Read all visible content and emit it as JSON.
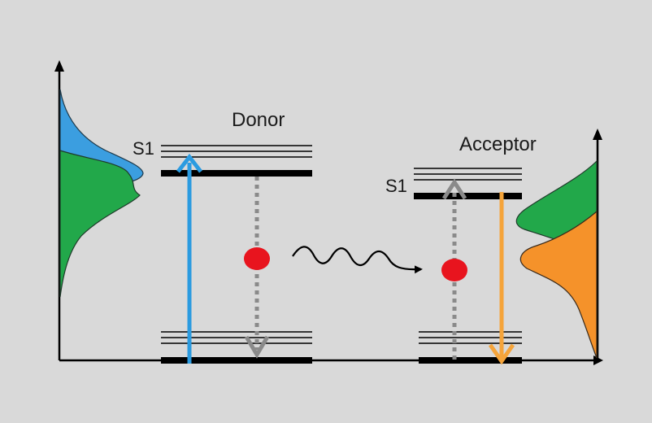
{
  "labels": {
    "donor": "Donor",
    "acceptor": "Acceptor",
    "donor_s1": "S1",
    "acceptor_s1": "S1"
  },
  "colors": {
    "background": "#d9d9d9",
    "absorption": "#2b9be0",
    "absorption_curve": "#3b9ee0",
    "emission_green": "#22a84a",
    "emission_orange": "#f5922a",
    "acceptor_arrow": "#f5a43a",
    "electron": "#e8141e",
    "nonradiative": "#8a8a8a",
    "level": "#000000"
  },
  "icons": {
    "energy_transfer": "wavy-arrow-icon",
    "electron": "electron-icon"
  }
}
